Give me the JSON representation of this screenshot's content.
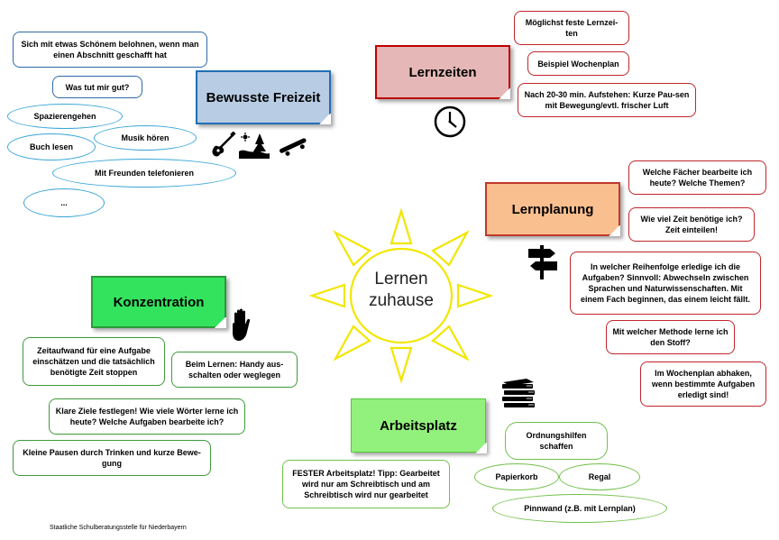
{
  "center": {
    "line1": "Lernen",
    "line2": "zuhause"
  },
  "freizeit": {
    "title": "Bewusste Freizeit",
    "belohnen": "Sich mit etwas Schönem belohnen, wenn man einen Abschnitt geschafft hat",
    "was_tut_gut": "Was tut mir gut?",
    "spazierengehen": "Spazierengehen",
    "musik": "Musik hören",
    "buch": "Buch lesen",
    "freunde": "Mit Freunden telefonieren",
    "more": "..."
  },
  "lernzeiten": {
    "title": "Lernzeiten",
    "feste": "Möglichst feste Lernzei-ten",
    "wochenplan": "Beispiel Wochenplan",
    "pausen": "Nach 20-30 min. Aufstehen: Kurze Pau-sen mit Bewegung/evtl. frischer Luft"
  },
  "lernplanung": {
    "title": "Lernplanung",
    "faecher": "Welche Fächer bearbeite ich heute? Welche Themen?",
    "zeit": "Wie viel Zeit benötige ich? Zeit einteilen!",
    "reihenfolge": "In welcher Reihenfolge erledige ich die Aufgaben? Sinnvoll: Abwechseln zwischen Sprachen und Naturwissenschaften. Mit einem Fach beginnen, das einem leicht fällt.",
    "methode": "Mit welcher Methode lerne ich den Stoff?",
    "abhaken": "Im Wochenplan abhaken, wenn bestimmte Aufgaben erledigt sind!"
  },
  "konzentration": {
    "title": "Konzentration",
    "zeitaufwand": "Zeitaufwand für eine Aufgabe einschätzen und die tatsächlich benötigte Zeit stoppen",
    "handy": "Beim Lernen: Handy aus-schalten oder weglegen",
    "ziele": "Klare Ziele festlegen! Wie viele Wörter lerne ich heute? Welche Aufgaben bearbeite ich?",
    "pausen": "Kleine Pausen durch Trinken und kurze Bewe-gung"
  },
  "arbeitsplatz": {
    "title": "Arbeitsplatz",
    "fester": "FESTER Arbeitsplatz! Tipp: Gearbeitet wird nur am Schreibtisch und am Schreibtisch wird nur gearbeitet",
    "ordnung": "Ordnungshilfen schaffen",
    "papierkorb": "Papierkorb",
    "regal": "Regal",
    "pinnwand": "Pinnwand (z.B. mit Lernplan)"
  },
  "footer": "Staatliche Schulberatungsstelle für Niederbayern",
  "colors": {
    "freizeit": "#b8cce4",
    "lernzeiten": "#e5b8b7",
    "lernplanung": "#fabf8f",
    "konzentration": "#33e35d",
    "arbeitsplatz": "#92f07c",
    "sun": "#ffff33"
  },
  "icons": [
    "guitar-icon",
    "landscape-icon",
    "skateboard-icon",
    "clock-icon",
    "signpost-icon",
    "hand-icon",
    "books-icon"
  ]
}
